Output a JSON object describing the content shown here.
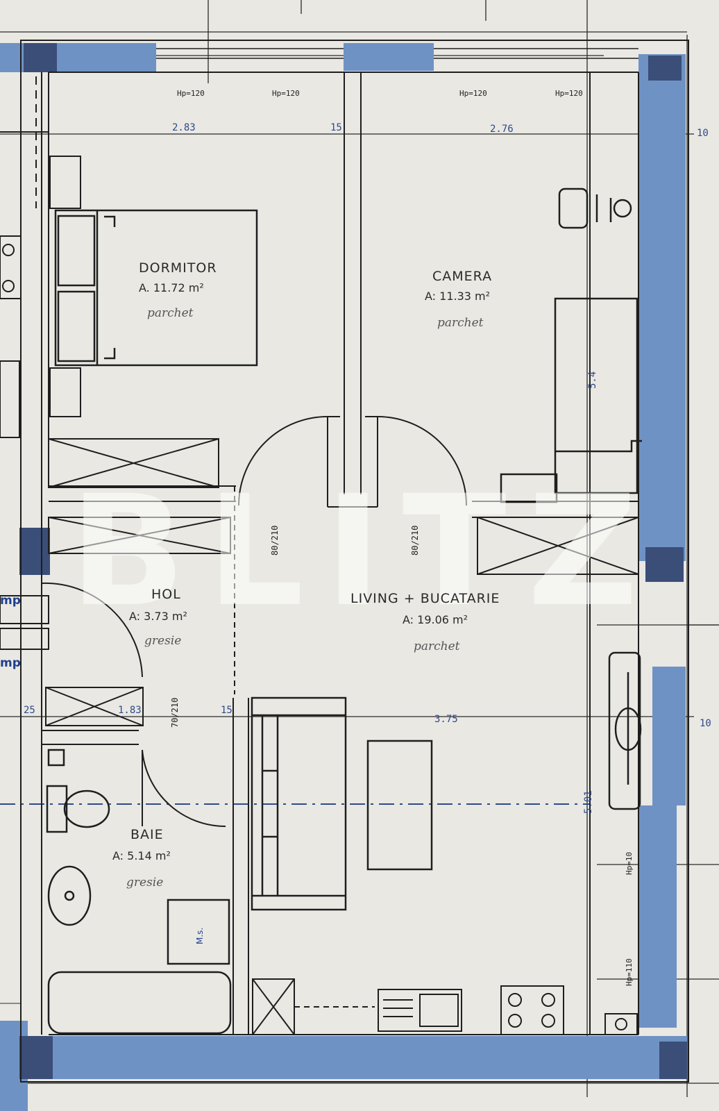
{
  "rooms": {
    "dormitor": {
      "name": "DORMITOR",
      "area": "A. 11.72 m²",
      "floor": "parchet"
    },
    "camera": {
      "name": "CAMERA",
      "area": "A: 11.33 m²",
      "floor": "parchet"
    },
    "hol": {
      "name": "HOL",
      "area": "A: 3.73 m²",
      "floor": "gresie"
    },
    "living": {
      "name": "LIVING + BUCATARIE",
      "area": "A: 19.06 m²",
      "floor": "parchet"
    },
    "baie": {
      "name": "BAIE",
      "area": "A: 5.14 m²",
      "floor": "gresie"
    }
  },
  "dimensions": {
    "top_left": "2.83",
    "top_mid": "15",
    "top_right": "2.76",
    "right_top": "10",
    "right_mid": "10",
    "bottom_left": "25",
    "bottom_a": "1.83",
    "bottom_b": "15",
    "bottom_c": "3.75",
    "vertical_living": "5.01",
    "camera_wall": "5.4"
  },
  "window_heights": {
    "hp1": "Hp=120",
    "hp2": "Hp=120",
    "hp3": "Hp=120",
    "hp4": "Hp=120",
    "hp_side": "Hp=10",
    "hp_side2": "Hp=110"
  },
  "doors": {
    "door1": "80/210",
    "door2": "80/210",
    "door3": "70/210"
  },
  "labels": {
    "mp1": "mp",
    "mp2": "mp",
    "ms": "M.s."
  },
  "watermark": "BLITZ",
  "colors": {
    "paper": "#e9e8e3",
    "wall_blue": "#6f92c4",
    "line": "#1e1e1e",
    "dim_blue": "#2f4a8a"
  }
}
